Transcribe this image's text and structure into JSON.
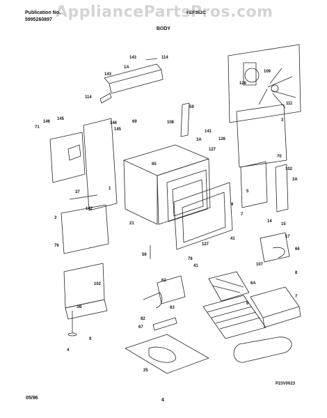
{
  "header": {
    "publication_label": "Publication No.",
    "publication_number": "5995260897",
    "model": "FEF352C",
    "section_title": "BODY"
  },
  "watermark": "AppliancePartsPros.com",
  "footer": {
    "date": "05/96",
    "page": "4"
  },
  "figure_code": "P23V0023",
  "part_numbers": [
    "143",
    "114",
    "1A",
    "143",
    "114",
    "109",
    "126",
    "111",
    "71",
    "145",
    "146",
    "145",
    "146",
    "69",
    "108",
    "59",
    "141",
    "3A",
    "126",
    "127",
    "3",
    "70",
    "102",
    "37",
    "142",
    "3A",
    "3",
    "76",
    "102",
    "14",
    "15",
    "17",
    "41",
    "66",
    "56",
    "127",
    "76",
    "41",
    "107",
    "6A",
    "62",
    "63",
    "82",
    "67",
    "25",
    "3B",
    "4",
    "9",
    "5",
    "6",
    "7",
    "21",
    "1",
    "8",
    "9",
    "7",
    "65"
  ]
}
